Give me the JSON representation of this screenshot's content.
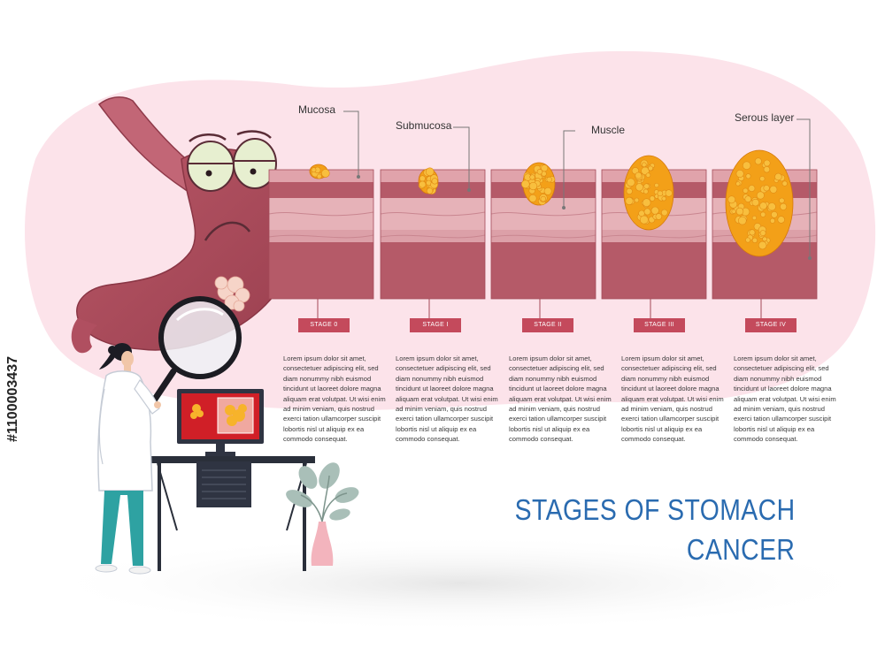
{
  "title": {
    "line1": "STAGES OF STOMACH",
    "line2": "CANCER"
  },
  "layers": {
    "mucosa": "Mucosa",
    "submucosa": "Submucosa",
    "muscle": "Muscle",
    "serous": "Serous layer"
  },
  "stages": [
    {
      "label": "STAGE 0",
      "description": "Lorem ipsum dolor sit amet, consectetuer adipiscing elit, sed diam nonummy nibh euismod tincidunt ut laoreet dolore magna aliquam erat volutpat. Ut wisi enim ad minim veniam, quis nostrud exerci tation ullamcorper suscipit lobortis nisl ut aliquip ex ea commodo consequat."
    },
    {
      "label": "STAGE I",
      "description": "Lorem ipsum dolor sit amet, consectetuer adipiscing elit, sed diam nonummy nibh euismod tincidunt ut laoreet dolore magna aliquam erat volutpat. Ut wisi enim ad minim veniam, quis nostrud exerci tation ullamcorper suscipit lobortis nisl ut aliquip ex ea commodo consequat."
    },
    {
      "label": "STAGE II",
      "description": "Lorem ipsum dolor sit amet, consectetuer adipiscing elit, sed diam nonummy nibh euismod tincidunt ut laoreet dolore magna aliquam erat volutpat. Ut wisi enim ad minim veniam, quis nostrud exerci tation ullamcorper suscipit lobortis nisl ut aliquip ex ea commodo consequat."
    },
    {
      "label": "STAGE III",
      "description": "Lorem ipsum dolor sit amet, consectetuer adipiscing elit, sed diam nonummy nibh euismod tincidunt ut laoreet dolore magna aliquam erat volutpat. Ut wisi enim ad minim veniam, quis nostrud exerci tation ullamcorper suscipit lobortis nisl ut aliquip ex ea commodo consequat."
    },
    {
      "label": "STAGE IV",
      "description": "Lorem ipsum dolor sit amet, consectetuer adipiscing elit, sed diam nonummy nibh euismod tincidunt ut laoreet dolore magna aliquam erat volutpat. Ut wisi enim ad minim veniam, quis nostrud exerci tation ullamcorper suscipit lobortis nisl ut aliquip ex ea commodo consequat."
    }
  ],
  "stock_id": "#1100003437",
  "colors": {
    "background_blob": "#fce3ea",
    "tissue_dark": "#b55a68",
    "tissue_light": "#e0a3ab",
    "stage_tag": "#c44a5c",
    "tumor": "#f3a018",
    "title": "#2a6bb0"
  }
}
